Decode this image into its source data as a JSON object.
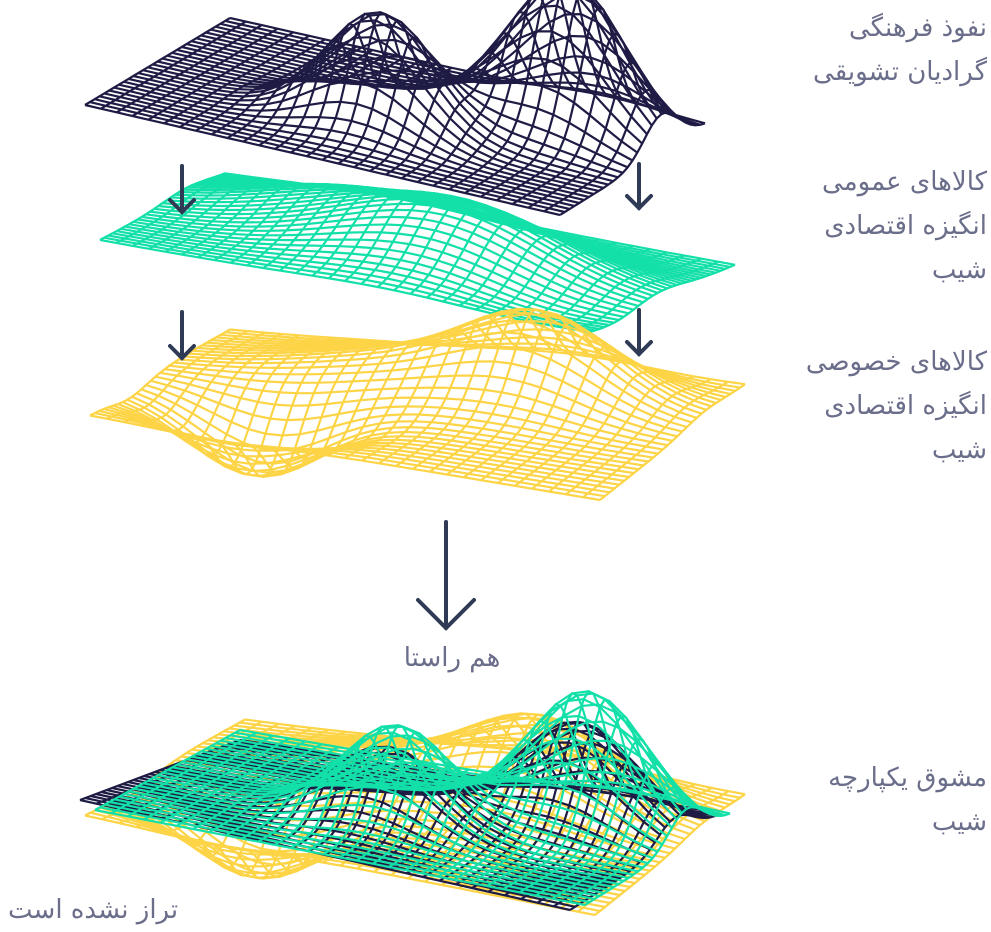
{
  "colors": {
    "navy": "#1e1b45",
    "green": "#12e0a8",
    "yellow": "#fdd446",
    "arrow": "#2f3a55",
    "text": "#6b6e8a"
  },
  "labels": {
    "cultural": {
      "line1": "نفوذ فرهنگی",
      "line2": "گرادیان تشویقی"
    },
    "public": {
      "line1": "کالاهای عمومی",
      "line2": "انگیزه اقتصادی",
      "line3": "شیب"
    },
    "private": {
      "line1": "کالاهای خصوصی",
      "line2": "انگیزه اقتصادی",
      "line3": "شیب"
    },
    "aligned": "هم راستا",
    "unified": {
      "line1": "مشوق یکپارچه",
      "line2": "شیب"
    },
    "unaligned": "تراز نشده است"
  },
  "layers": [
    {
      "name": "cultural",
      "color": "navy"
    },
    {
      "name": "public",
      "color": "green"
    },
    {
      "name": "private",
      "color": "yellow"
    }
  ]
}
